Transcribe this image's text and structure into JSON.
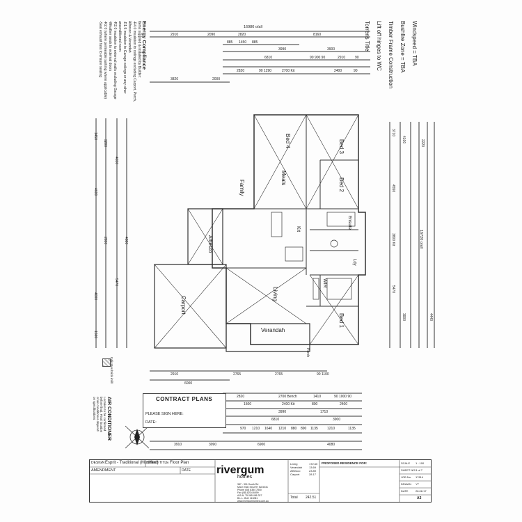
{
  "top_notes": [
    "Windspeed = TBA",
    "Bushfire Zone = TBA",
    "Timber Frame Construction",
    "Lift off hinges to WC",
    "Torrens Title"
  ],
  "energy": {
    "title": "Energy Compliance",
    "lines": [
      "Items supplied & installed by Builder:",
      "-R4.0 insulation to ceilings excluding Carport, Porch,",
      "Alfresco & Verandah",
      "-R1.5 insulation to Garage ceilings or any other",
      "unconditioned room",
      "-R2.0 insulation to external walls excluding Garage",
      "-Weather seals to external doors",
      "-R2.0 (where permeable sarking where applicable)",
      "-Seal exhaust fans to ensure sealing"
    ]
  },
  "overall_width": "16980 o/all",
  "overall_depth": "16720 o/all",
  "rooms": [
    "Bed 4",
    "Bed 3",
    "Bed 2",
    "Ensuite",
    "Family",
    "Meals",
    "Kit",
    "Alfresco",
    "Living",
    "Bed 1",
    "WIR",
    "Ldy",
    "Carport",
    "Verandah",
    "Porch"
  ],
  "dims_top": [
    "2910",
    "2090",
    "2820",
    "8160",
    "885",
    "1450",
    "885",
    "3990",
    "3900",
    "6810",
    "90 900 90",
    "2910",
    "90",
    "2820",
    "90 1290",
    "2700 Kit",
    "2400",
    "90",
    "3820",
    "2000"
  ],
  "dims_bottom": [
    "2910",
    "2765",
    "2765",
    "90 1100",
    "6000",
    "2820",
    "2700 Bench",
    "1410",
    "90 1000 90",
    "1500",
    "2400 Kit",
    "800",
    "2400",
    "3990",
    "1710",
    "6810",
    "3900",
    "970",
    "1210",
    "1640",
    "1210",
    "880",
    "890",
    "1135",
    "1210",
    "1135",
    "3910",
    "3090",
    "6900",
    "4080"
  ],
  "dims_left": [
    "1450",
    "3200",
    "4650",
    "4600",
    "4880",
    "2890",
    "5470",
    "4000",
    "1500"
  ],
  "dims_right": [
    "3710",
    "4100",
    "4550",
    "2220",
    "3900",
    "5470",
    "4440",
    "3800 Kit"
  ],
  "stamp": {
    "title": "CONTRACT PLANS",
    "sign": "PLEASE SIGN HERE:",
    "date": "DATE:"
  },
  "legend": {
    "hatch": "Indicates brick infill"
  },
  "aircon": {
    "title": "AIR CONDITIONER",
    "lines": [
      "Location to be confirmed",
      "before final. Final location",
      "of air conditioner depend",
      "on specifications"
    ]
  },
  "title_block": {
    "design_label": "DESIGN",
    "design": "Esprit - Traditional (Modified)",
    "sheet_label": "SHEET TITLE",
    "sheet": "Floor Plan",
    "amendment": "AMENDMENT",
    "date": "DATE",
    "company": "rivergum",
    "company_sub": "homes",
    "address": [
      "387 - 391 South Rd",
      "MILE END SOUTH SA 5031",
      "Phone (08) 8354 7800",
      "Fax (08) 8234 6099",
      "A.B.N. 75 065 456 327",
      "B.L.L. BLD 113081",
      "www.rivergumhomes.com.au"
    ],
    "areas": [
      {
        "name": "Living",
        "val": "172.60"
      },
      {
        "name": "Verandah",
        "val": "13.69"
      },
      {
        "name": "Alfresco",
        "val": "23.89"
      },
      {
        "name": "Carport",
        "val": "28.17"
      }
    ],
    "total_label": "Total",
    "total": "242.51",
    "proposed": "PROPOSED RESIDENCE FOR:",
    "scale_label": "SCALE",
    "scale": "1 : 100",
    "sheet_no_label": "SHEET NO.",
    "sheet_no": "3 of 7",
    "job_label": "JOB No.",
    "job": "17614",
    "drawn_label": "DRAWN",
    "drawn": "YT",
    "date_label": "DATE",
    "date_val": "28.08.17",
    "size": "A3"
  }
}
